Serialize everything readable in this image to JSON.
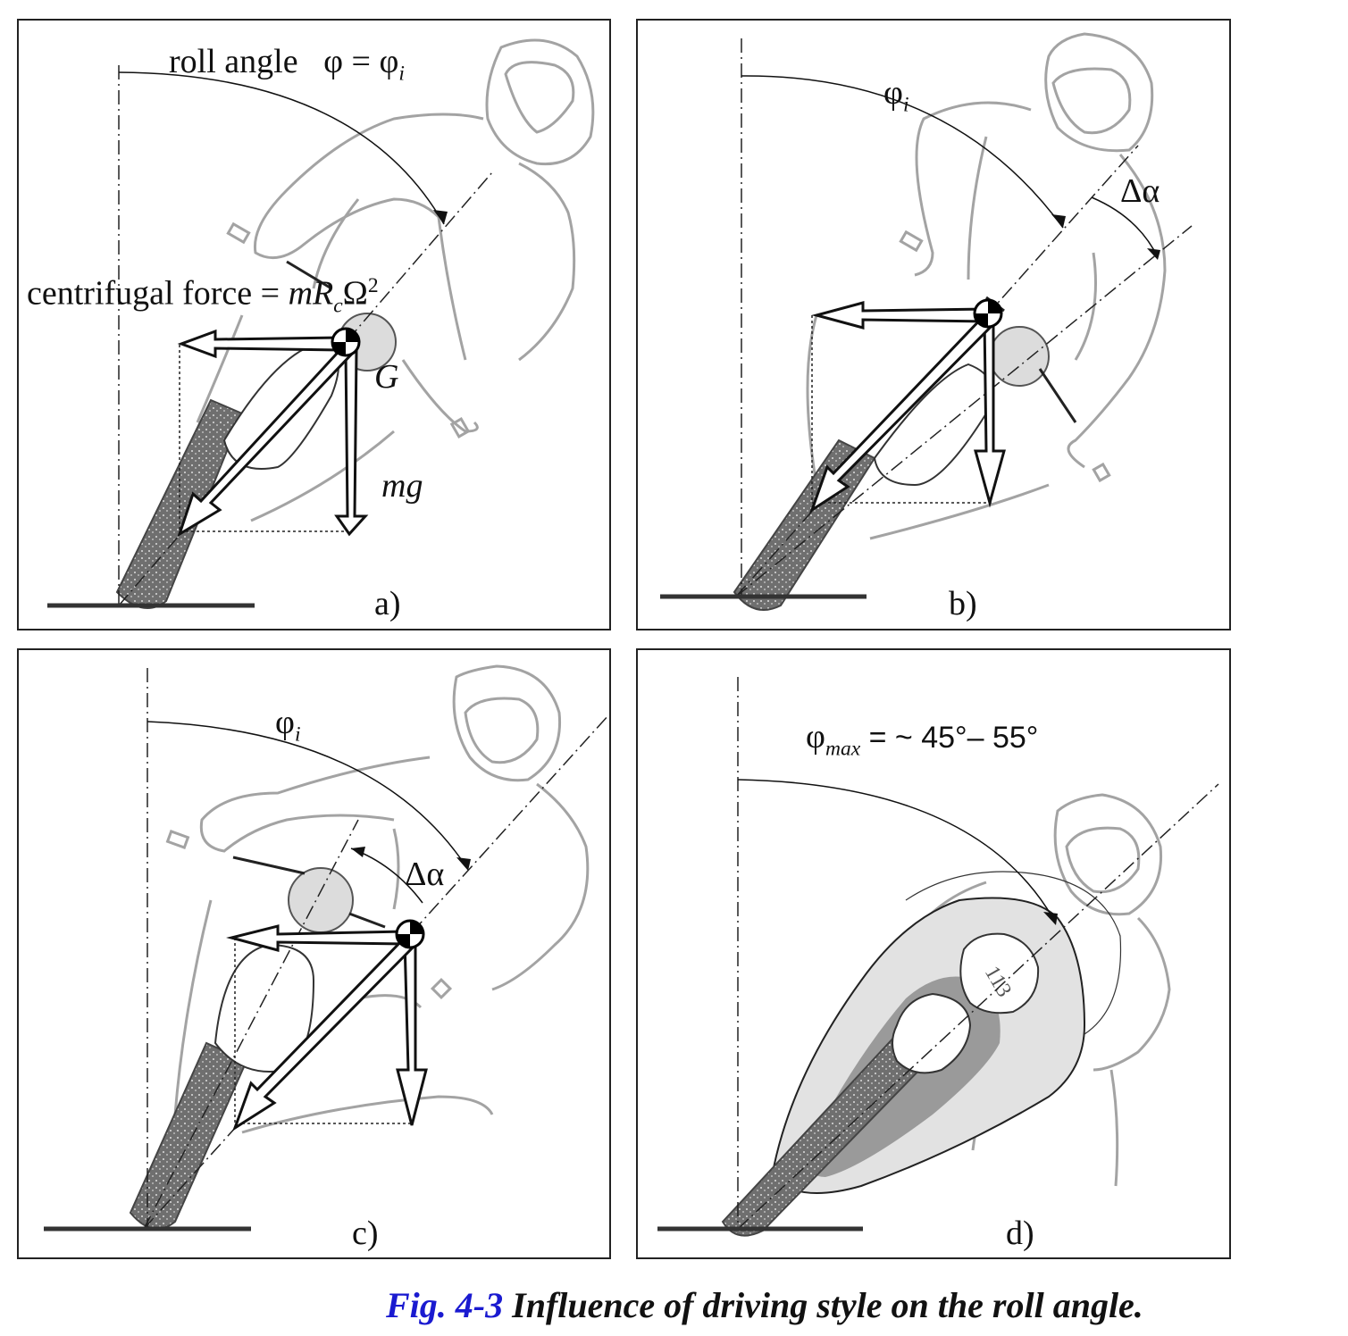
{
  "panels": {
    "a": {
      "tag": "a)",
      "roll_label": "roll angle",
      "roll_eq_phi": "φ",
      "roll_eq_eq": " = ",
      "roll_eq_phi2": "φ",
      "roll_eq_sub": "i",
      "centrifugal_label": "centrifugal force = ",
      "centrifugal_m": "mR",
      "centrifugal_sub": "c",
      "centrifugal_omega": "Ω",
      "centrifugal_sup": "2",
      "g_label": "G",
      "mg_label": "mg"
    },
    "b": {
      "tag": "b)",
      "phi": "φ",
      "phi_sub": "i",
      "delta_alpha": "Δα"
    },
    "c": {
      "tag": "c)",
      "phi": "φ",
      "phi_sub": "i",
      "delta_alpha": "Δα"
    },
    "d": {
      "tag": "d)",
      "phi": "φ",
      "phi_sub": "max",
      "range": " = ~ 45°– 55°",
      "fairing_number": "113"
    }
  },
  "caption": {
    "figure_ref": "Fig. 4-3",
    "text": " Influence of driving style on the roll angle."
  },
  "colors": {
    "rider_outline": "#a0a0a0",
    "ground": "#333333",
    "caption_blue": "#1a1ad0",
    "tire_dark": "#6e6e6e",
    "fairing_light": "#e2e2e2",
    "fairing_mid": "#9a9a9a"
  },
  "icons": [
    "center-of-gravity-icon"
  ]
}
